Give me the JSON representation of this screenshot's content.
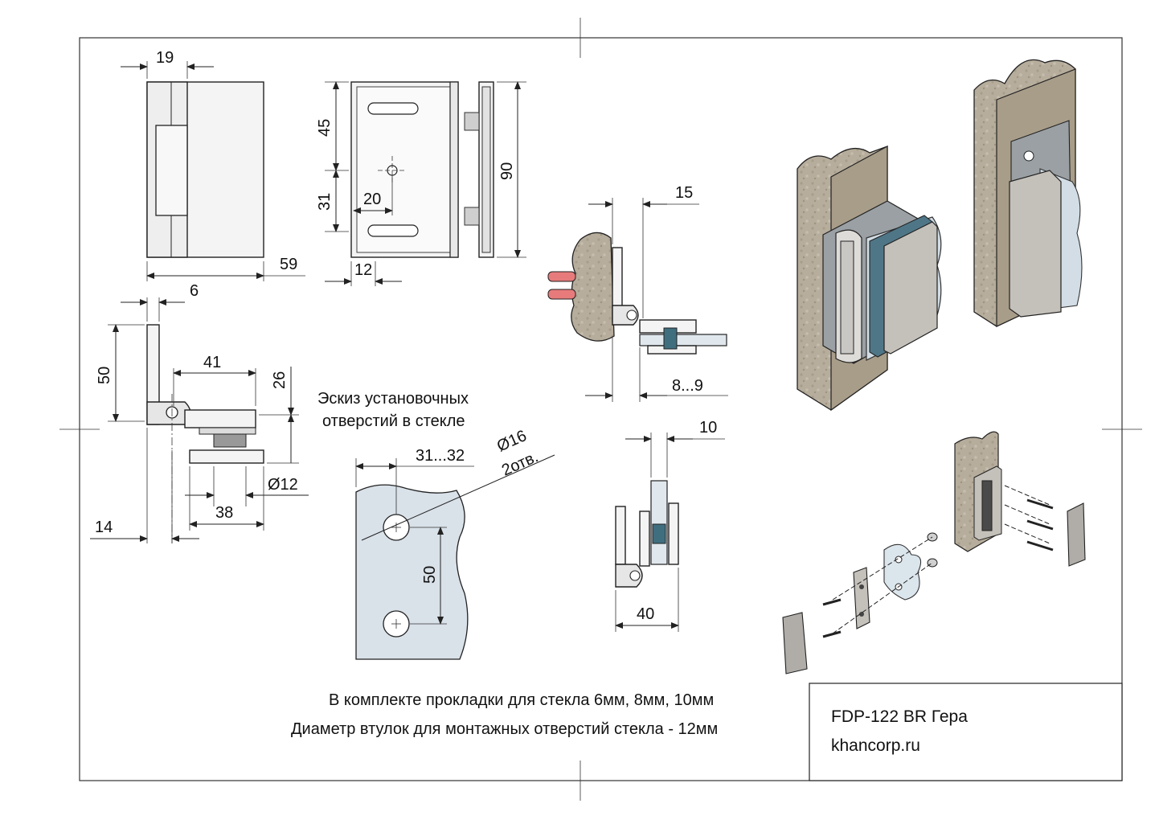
{
  "drawing": {
    "dimensions": {
      "front_width_hinge": "19",
      "front_total": "59",
      "front_small": "6",
      "back_top_slot": "45",
      "back_center": "31",
      "back_hole_offset": "20",
      "back_edge": "12",
      "back_height": "90",
      "side_height": "50",
      "side_reach": "41",
      "side_glass_height": "26",
      "side_pivot": "14",
      "side_bolt_span": "38",
      "side_bolt_dia": "Ø12",
      "plan_offset": "15",
      "plan_glass": "8...9",
      "end_glass": "10",
      "end_width": "40",
      "holes_spacing_h": "31...32",
      "holes_dia": "Ø16",
      "holes_count": "2отв.",
      "holes_spacing_v": "50"
    },
    "sketch_caption_line1": "Эскиз установочных",
    "sketch_caption_line2": "отверстий в стекле",
    "note_line1": "В комплекте прокладки для стекла 6мм, 8мм, 10мм",
    "note_line2": "Диаметр втулок для монтажных отверстий стекла  - 12мм"
  },
  "title_block": {
    "product": "FDP-122 BR Гера",
    "website": "khancorp.ru"
  }
}
